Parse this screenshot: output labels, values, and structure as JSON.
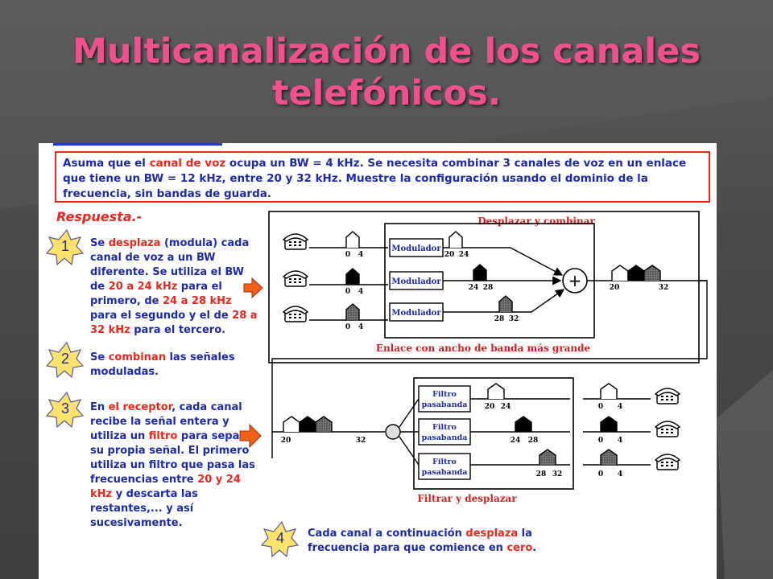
{
  "title": "Multicanalización de los canales telefónicos.",
  "problem": {
    "p1": "Asuma que el ",
    "p2": "canal de voz",
    "p3": " ocupa un BW = 4 kHz. Se necesita combinar 3 canales de voz en un enlace que tiene un BW = 12 kHz, entre 20 y 32 kHz. Muestre la configuración usando el dominio de la frecuencia, sin bandas de guarda."
  },
  "respuesta": "Respuesta.-",
  "steps": {
    "s1": {
      "num": "1",
      "a": "Se ",
      "b": "desplaza",
      "c": " (modula) cada canal de voz a un BW diferente. Se utiliza el BW de ",
      "d": "20 a 24 kHz",
      "e": " para el primero, de ",
      "f": "24 a 28 kHz",
      "g": " para el segundo y el de ",
      "h": "28 a 32 kHz",
      "i": " para el tercero."
    },
    "s2": {
      "num": "2",
      "a": "Se ",
      "b": "combinan",
      "c": " las señales moduladas."
    },
    "s3": {
      "num": "3",
      "a": "En ",
      "b": "el receptor",
      "c": ", cada canal recibe la señal entera y utiliza un ",
      "d": "filtro",
      "e": " para separar su propia señal. El primero utiliza un filtro que pasa las frecuencias entre ",
      "f": "20 y 24 kHz",
      "g": " y descarta las restantes,... y así sucesivamente."
    },
    "s4": {
      "num": "4",
      "a": "Cada canal a continuación ",
      "b": "desplaza",
      "c": " la frecuencia para que comience en ",
      "d": "cero",
      "e": "."
    }
  },
  "diagram": {
    "top_label": "Desplazar y combinar",
    "link_label": "Enlace con ancho de banda más grande",
    "bottom_label": "Filtrar y desplazar",
    "modulator": "Modulador",
    "filter_line1": "Filtro",
    "filter_line2": "pasabanda",
    "plus": "+",
    "ticks": {
      "in_a": "0",
      "in_b": "4",
      "m1a": "20",
      "m1b": "24",
      "m2a": "24",
      "m2b": "28",
      "m3a": "28",
      "m3b": "32",
      "comb_a": "20",
      "comb_b": "32"
    }
  },
  "colors": {
    "title": "#f0508e",
    "text_blue": "#1e2aa8",
    "text_red": "#e8281e",
    "diagram_label": "#d42020",
    "badge_fill": "#ffe26a",
    "arrow": "#f06018"
  }
}
